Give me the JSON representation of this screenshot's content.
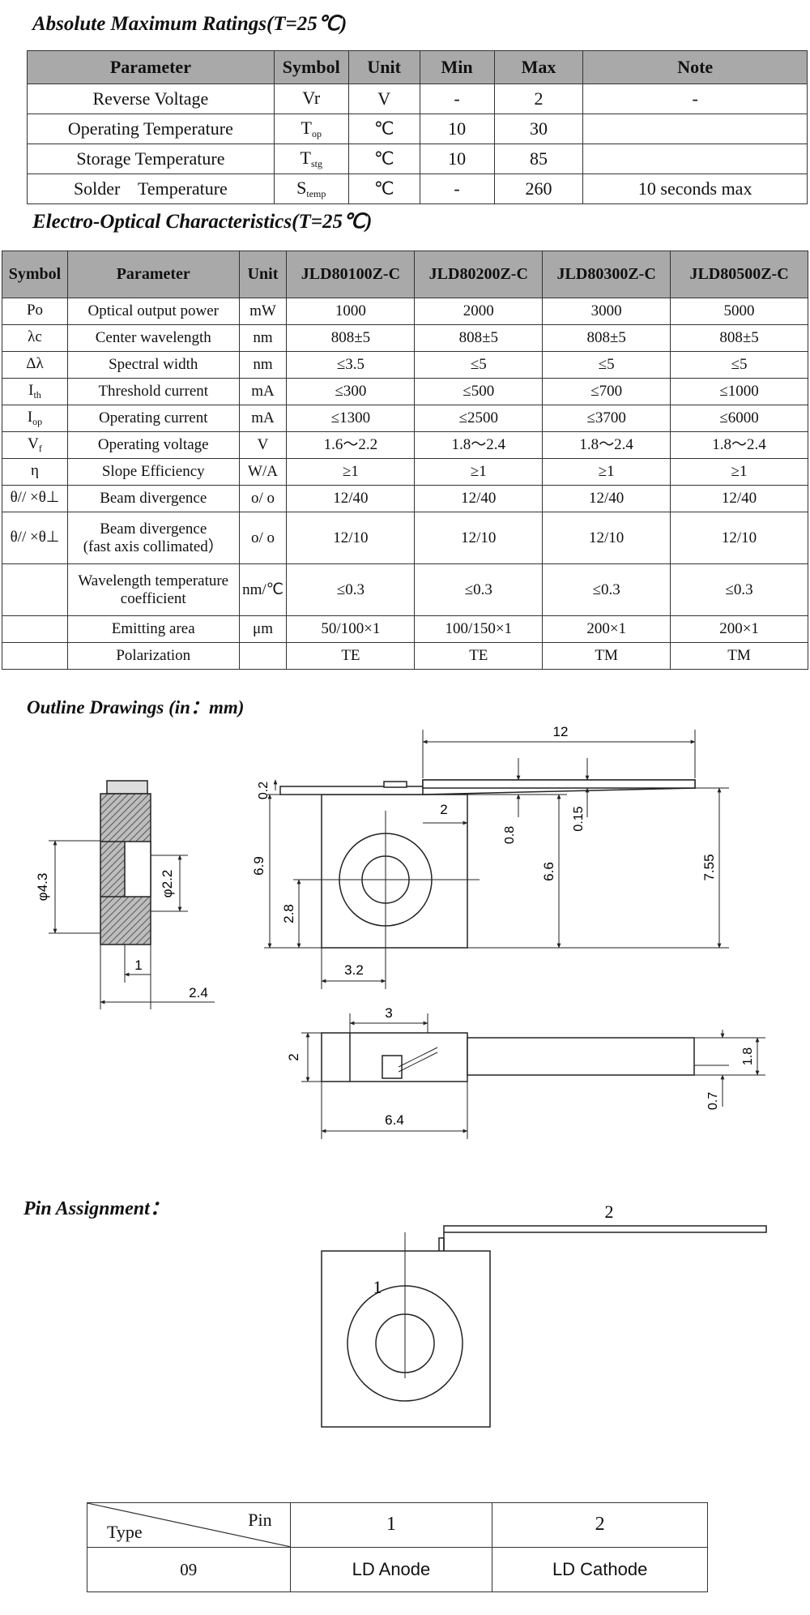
{
  "abs_max": {
    "title": "Absolute Maximum Ratings(T=25℃)",
    "headers": [
      "Parameter",
      "Symbol",
      "Unit",
      "Min",
      "Max",
      "Note"
    ],
    "rows": [
      {
        "param": "Reverse Voltage",
        "sym_main": "Vr",
        "sym_sub": "",
        "unit": "V",
        "min": "-",
        "max": "2",
        "note": "-"
      },
      {
        "param": "Operating Temperature",
        "sym_main": "T",
        "sym_sub": "op",
        "unit": "℃",
        "min": "10",
        "max": "30",
        "note": ""
      },
      {
        "param": "Storage Temperature",
        "sym_main": "T",
        "sym_sub": "stg",
        "unit": "℃",
        "min": "10",
        "max": "85",
        "note": ""
      },
      {
        "param": "Solder    Temperature",
        "sym_main": "S",
        "sym_sub": "temp",
        "unit": "℃",
        "min": "-",
        "max": "260",
        "note": "10 seconds max"
      }
    ]
  },
  "eo": {
    "title": "Electro-Optical Characteristics(T=25℃)",
    "headers": [
      "Symbol",
      "Parameter",
      "Unit",
      "JLD80100Z-C",
      "JLD80200Z-C",
      "JLD80300Z-C",
      "JLD80500Z-C"
    ],
    "rows": [
      {
        "sym_main": "Po",
        "sym_sub": "",
        "param": "Optical output power",
        "param2": "",
        "unit": "mW",
        "v": [
          "1000",
          "2000",
          "3000",
          "5000"
        ]
      },
      {
        "sym_main": "λc",
        "sym_sub": "",
        "param": "Center wavelength",
        "param2": "",
        "unit": "nm",
        "v": [
          "808±5",
          "808±5",
          "808±5",
          "808±5"
        ]
      },
      {
        "sym_main": "Δλ",
        "sym_sub": "",
        "param": "Spectral width",
        "param2": "",
        "unit": "nm",
        "v": [
          "≤3.5",
          "≤5",
          "≤5",
          "≤5"
        ]
      },
      {
        "sym_main": "I",
        "sym_sub": "th",
        "param": "Threshold current",
        "param2": "",
        "unit": "mA",
        "v": [
          "≤300",
          "≤500",
          "≤700",
          "≤1000"
        ]
      },
      {
        "sym_main": "I",
        "sym_sub": "op",
        "param": "Operating current",
        "param2": "",
        "unit": "mA",
        "v": [
          "≤1300",
          "≤2500",
          "≤3700",
          "≤6000"
        ]
      },
      {
        "sym_main": "V",
        "sym_sub": "f",
        "param": "Operating voltage",
        "param2": "",
        "unit": "V",
        "v": [
          "1.6～2.2",
          "1.8～2.4",
          "1.8～2.4",
          "1.8～2.4"
        ]
      },
      {
        "sym_main": "η",
        "sym_sub": "",
        "param": "Slope Efficiency",
        "param2": "",
        "unit": "W/A",
        "v": [
          "≥1",
          "≥1",
          "≥1",
          "≥1"
        ]
      },
      {
        "sym_main": "θ// ×θ⊥",
        "sym_sub": "",
        "param": "Beam divergence",
        "param2": "",
        "unit": "o/ o",
        "v": [
          "12/40",
          "12/40",
          "12/40",
          "12/40"
        ]
      },
      {
        "sym_main": "θ// ×θ⊥",
        "sym_sub": "",
        "param": "Beam divergence",
        "param2": "(fast axis collimated）",
        "unit": "o/ o",
        "v": [
          "12/10",
          "12/10",
          "12/10",
          "12/10"
        ]
      },
      {
        "sym_main": "",
        "sym_sub": "",
        "param": "Wavelength temperature",
        "param2": "coefficient",
        "unit": "nm/℃",
        "v": [
          "≤0.3",
          "≤0.3",
          "≤0.3",
          "≤0.3"
        ]
      },
      {
        "sym_main": "",
        "sym_sub": "",
        "param": "Emitting area",
        "param2": "",
        "unit": "μm",
        "v": [
          "50/100×1",
          "100/150×1",
          "200×1",
          "200×1"
        ]
      },
      {
        "sym_main": "",
        "sym_sub": "",
        "param": "Polarization",
        "param2": "",
        "unit": "",
        "v": [
          "TE",
          "TE",
          "TM",
          "TM"
        ]
      }
    ]
  },
  "outline": {
    "title": "Outline Drawings (in：mm)",
    "dims": {
      "d12": "12",
      "d02": "0.2",
      "d2": "2",
      "d08": "0.8",
      "d015": "0.15",
      "d69": "6.9",
      "d66": "6.6",
      "d755": "7.55",
      "d28": "2.8",
      "d32": "3.2",
      "d43": "φ4.3",
      "d22": "φ2.2",
      "d1": "1",
      "d24": "2.4",
      "d3": "3",
      "d2b": "2",
      "d18": "1.8",
      "d07": "0.7",
      "d64": "6.4"
    }
  },
  "pins": {
    "title": "Pin Assignment：",
    "label1": "1",
    "label2": "2",
    "table": {
      "type_label": "Type",
      "pin_label": "Pin",
      "col1": "1",
      "col2": "2",
      "type_value": "09",
      "pin1_value": "LD Anode",
      "pin2_value": "LD Cathode"
    }
  }
}
